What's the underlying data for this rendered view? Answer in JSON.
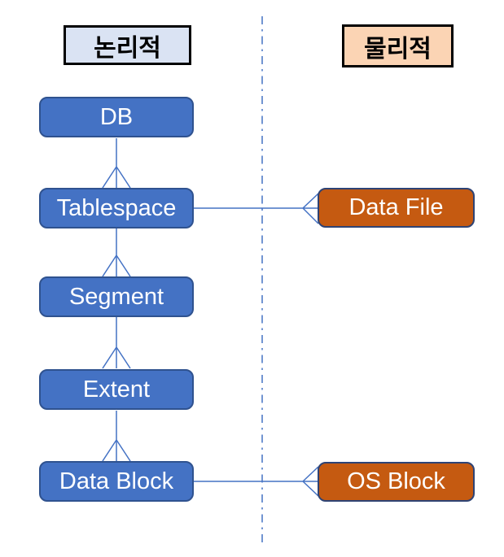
{
  "diagram": {
    "title_headers": {
      "logical": "논리적",
      "physical": "물리적"
    },
    "logical_nodes": [
      {
        "label": "DB"
      },
      {
        "label": "Tablespace"
      },
      {
        "label": "Segment"
      },
      {
        "label": "Extent"
      },
      {
        "label": "Data Block"
      }
    ],
    "physical_nodes": [
      {
        "label": "Data File"
      },
      {
        "label": "OS Block"
      }
    ],
    "relationships": [
      {
        "from": "DB",
        "to": "Tablespace",
        "type": "one-to-many-crow-foot"
      },
      {
        "from": "Tablespace",
        "to": "Segment",
        "type": "one-to-many-crow-foot"
      },
      {
        "from": "Segment",
        "to": "Extent",
        "type": "one-to-many-crow-foot"
      },
      {
        "from": "Extent",
        "to": "Data Block",
        "type": "one-to-many-crow-foot"
      },
      {
        "from": "Tablespace",
        "to": "Data File",
        "type": "one-to-many-crow-foot"
      },
      {
        "from": "Data Block",
        "to": "OS Block",
        "type": "one-to-many-crow-foot"
      }
    ],
    "colors": {
      "logical_node_fill": "#4472c4",
      "logical_node_border": "#2f528f",
      "physical_node_fill": "#c55a11",
      "physical_node_border": "#2e4374",
      "logical_header_bg": "#dae3f3",
      "physical_header_bg": "#fbd4b4",
      "header_border": "#000000",
      "node_text": "#ffffff",
      "connector": "#4472c4",
      "divider": "#4472c4"
    }
  }
}
